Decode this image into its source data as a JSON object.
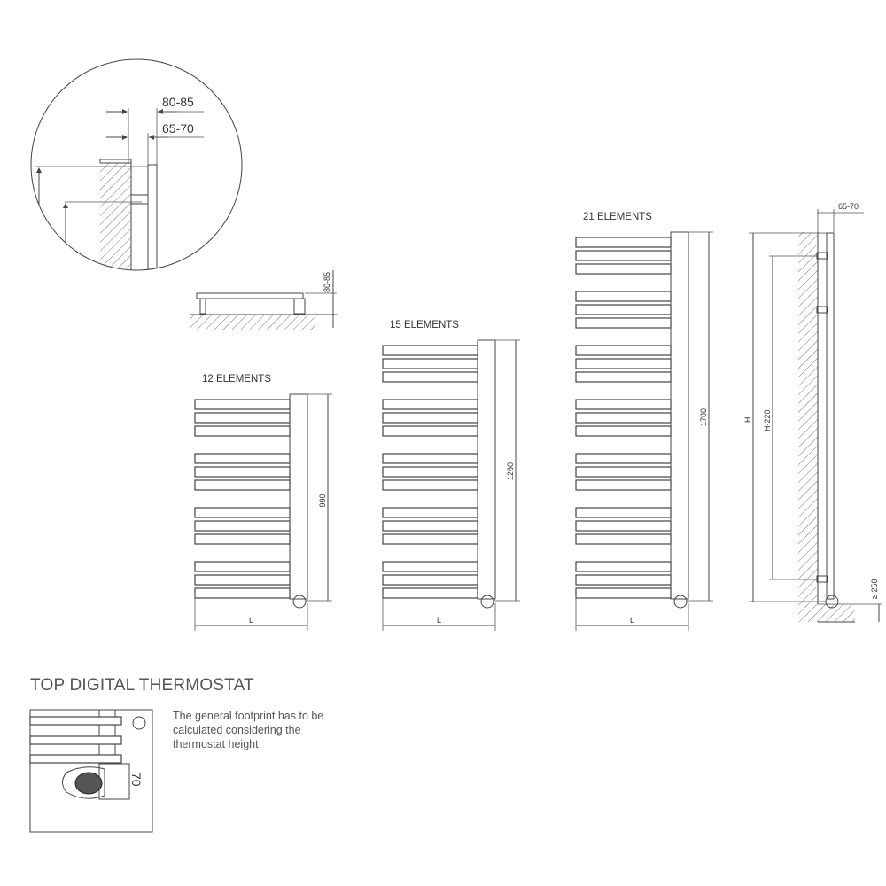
{
  "detail": {
    "dim_outer": "80-85",
    "dim_inner": "65-70"
  },
  "top_view": {
    "dim": "80-85"
  },
  "models": [
    {
      "label": "12 ELEMENTS",
      "elements": 12,
      "height": "990",
      "width": "L"
    },
    {
      "label": "15 ELEMENTS",
      "elements": 15,
      "height": "1260",
      "width": "L"
    },
    {
      "label": "21 ELEMENTS",
      "elements": 21,
      "height": "1780",
      "width": "L"
    }
  ],
  "side_view": {
    "depth": "65-70",
    "height": "H",
    "bracket_spacing": "H-220",
    "floor_clearance": "≥ 250"
  },
  "thermostat": {
    "title": "TOP DIGITAL THERMOSTAT",
    "note": "The general footprint has to be calculated considering the thermostat height",
    "dim": "70"
  }
}
